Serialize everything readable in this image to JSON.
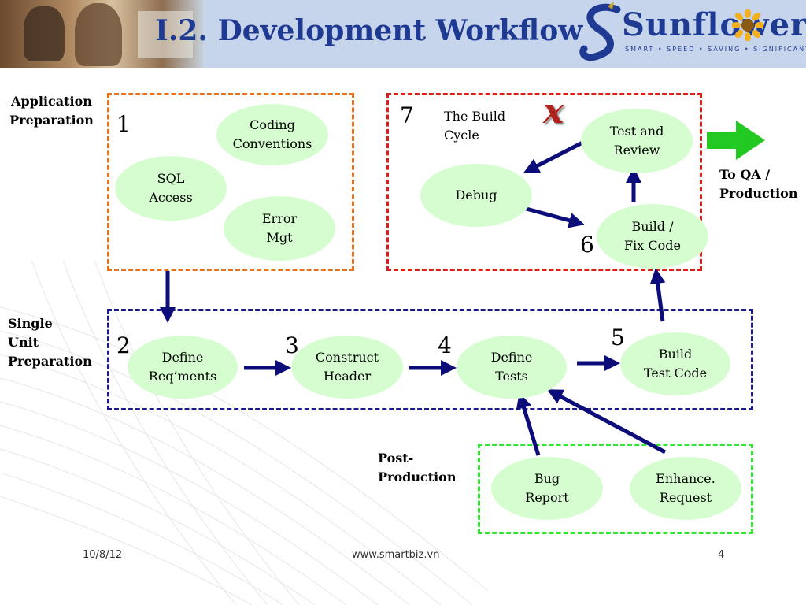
{
  "header": {
    "title": "I.2. Development Workflow",
    "logo_text": "Sunflower",
    "logo_tagline": "SMART • SPEED • SAVING • SIGNIFICANT"
  },
  "sections": {
    "application_preparation": "Application\nPreparation",
    "single_unit_preparation": "Single\nUnit\nPreparation",
    "post_production": "Post-\nProduction",
    "to_qa": "To QA /\nProduction"
  },
  "build_cycle": {
    "caption": "The Build\n      Cycle",
    "cancel_mark": "x"
  },
  "nodes": {
    "coding_conventions": "Coding\nConventions",
    "sql_access": "SQL\nAccess",
    "error_mgt": "Error\nMgt",
    "test_and_review": "Test and\nReview",
    "debug": "Debug",
    "build_fix_code": "Build /\nFix Code",
    "define_reqments": "Define\nReq’ments",
    "construct_header": "Construct\nHeader",
    "define_tests": "Define\nTests",
    "build_test_code": "Build\nTest Code",
    "bug_report": "Bug\nReport",
    "enhance_request": "Enhance.\nRequest"
  },
  "steps": {
    "s1": "1",
    "s2": "2",
    "s3": "3",
    "s4": "4",
    "s5": "5",
    "s6": "6",
    "s7": "7"
  },
  "colors": {
    "title_blue": "#1f3a93",
    "header_bg": "#c6d4ec",
    "node_fill": "#d6fdd0",
    "arrow": "#0d0d7a",
    "box_orange": "#e8721c",
    "box_red": "#e01b1b",
    "box_navy": "#1a1a8c",
    "box_green": "#2ee82e",
    "qa_arrow": "#22c922",
    "cancel_mark": "#b0201c"
  },
  "footer": {
    "date": "10/8/12",
    "url": "www.smartbiz.vn",
    "page": "4"
  }
}
